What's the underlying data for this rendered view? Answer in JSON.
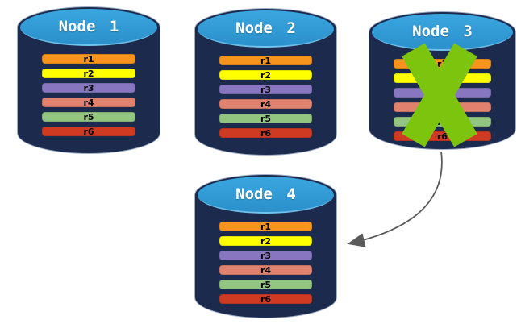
{
  "diagram": {
    "description": "Four replicated database nodes; Node 3 has failed (green X) and its data is redirected to Node 4",
    "nodes": [
      {
        "label": "Node 1",
        "failed": false,
        "rows": [
          {
            "label": "r1",
            "color": "#F7941D"
          },
          {
            "label": "r2",
            "color": "#FFFF00"
          },
          {
            "label": "r3",
            "color": "#8877C0"
          },
          {
            "label": "r4",
            "color": "#E0826D"
          },
          {
            "label": "r5",
            "color": "#92C57F"
          },
          {
            "label": "r6",
            "color": "#CF3A22"
          }
        ]
      },
      {
        "label": "Node 2",
        "failed": false,
        "rows": [
          {
            "label": "r1",
            "color": "#F7941D"
          },
          {
            "label": "r2",
            "color": "#FFFF00"
          },
          {
            "label": "r3",
            "color": "#8877C0"
          },
          {
            "label": "r4",
            "color": "#E0826D"
          },
          {
            "label": "r5",
            "color": "#92C57F"
          },
          {
            "label": "r6",
            "color": "#CF3A22"
          }
        ]
      },
      {
        "label": "Node 3",
        "failed": true,
        "rows": [
          {
            "label": "r1",
            "color": "#F7941D"
          },
          {
            "label": "r2",
            "color": "#FFFF00"
          },
          {
            "label": "r3",
            "color": "#8877C0"
          },
          {
            "label": "r4",
            "color": "#E0826D"
          },
          {
            "label": "r5",
            "color": "#92C57F"
          },
          {
            "label": "r6",
            "color": "#CF3A22"
          }
        ]
      },
      {
        "label": "Node 4",
        "failed": false,
        "rows": [
          {
            "label": "r1",
            "color": "#F7941D"
          },
          {
            "label": "r2",
            "color": "#FFFF00"
          },
          {
            "label": "r3",
            "color": "#8877C0"
          },
          {
            "label": "r4",
            "color": "#E0826D"
          },
          {
            "label": "r5",
            "color": "#92C57F"
          },
          {
            "label": "r6",
            "color": "#CF3A22"
          }
        ]
      }
    ],
    "colors": {
      "cylinder_body": "#1C2B4D",
      "cylinder_top": "#2F9BD7",
      "failure_x": "#7CC40E",
      "arrow": "#5B5B5B"
    }
  }
}
